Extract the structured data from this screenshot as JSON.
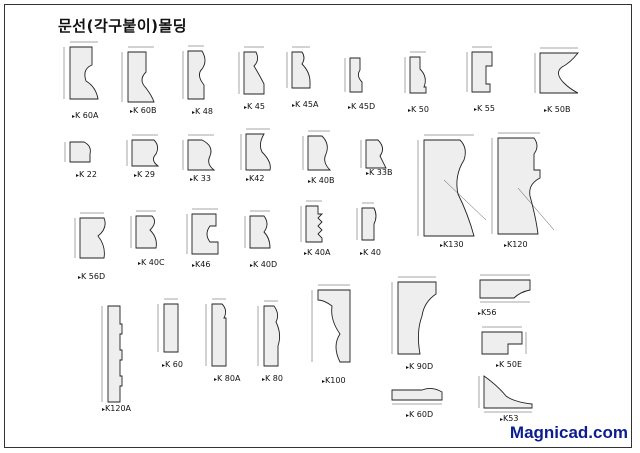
{
  "title": "문선(각구붙이)몰딩",
  "watermark": "Magnicad.com",
  "parts": [
    {
      "code": "K 60A"
    },
    {
      "code": "K 60B"
    },
    {
      "code": "K 48"
    },
    {
      "code": "K 45"
    },
    {
      "code": "K 45A"
    },
    {
      "code": "K 45D"
    },
    {
      "code": "K 50"
    },
    {
      "code": "K 55"
    },
    {
      "code": "K 50B"
    },
    {
      "code": "K 22"
    },
    {
      "code": "K 29"
    },
    {
      "code": "K 33"
    },
    {
      "code": "K42"
    },
    {
      "code": "K 40B"
    },
    {
      "code": "K 33B"
    },
    {
      "code": "K130"
    },
    {
      "code": "K120"
    },
    {
      "code": "K 56D"
    },
    {
      "code": "K 40C"
    },
    {
      "code": "K46"
    },
    {
      "code": "K 40D"
    },
    {
      "code": "K 40A"
    },
    {
      "code": "K 40"
    },
    {
      "code": "K120A"
    },
    {
      "code": "K 60"
    },
    {
      "code": "K 80A"
    },
    {
      "code": "K 80"
    },
    {
      "code": "K100"
    },
    {
      "code": "K 90D"
    },
    {
      "code": "K56"
    },
    {
      "code": "K 50E"
    },
    {
      "code": "K 60D"
    },
    {
      "code": "K53"
    }
  ]
}
